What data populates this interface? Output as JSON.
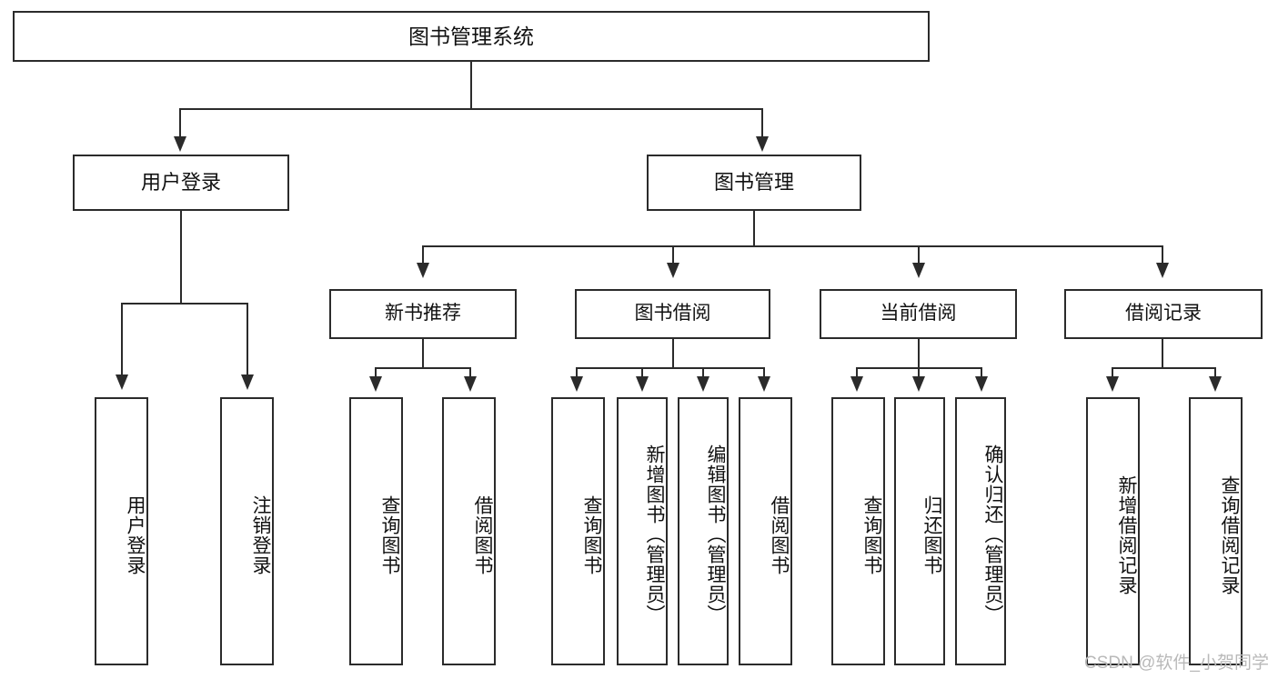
{
  "diagram": {
    "title": "图书管理系统",
    "type": "tree-hierarchy-chart",
    "root": {
      "label": "图书管理系统"
    },
    "level2": [
      {
        "label": "用户登录"
      },
      {
        "label": "图书管理"
      }
    ],
    "level3": [
      {
        "label": "新书推荐"
      },
      {
        "label": "图书借阅"
      },
      {
        "label": "当前借阅"
      },
      {
        "label": "借阅记录"
      }
    ],
    "leaves": {
      "user_login": [
        {
          "label": "用户登录"
        },
        {
          "label": "注销登录"
        }
      ],
      "new_book_recommend": [
        {
          "label": "查询图书"
        },
        {
          "label": "借阅图书"
        }
      ],
      "book_borrow": [
        {
          "label": "查询图书"
        },
        {
          "label": "新增图书（管理员）"
        },
        {
          "label": "编辑图书（管理员）"
        },
        {
          "label": "借阅图书"
        }
      ],
      "current_borrow": [
        {
          "label": "查询图书"
        },
        {
          "label": "归还图书"
        },
        {
          "label": "确认归还（管理员）"
        }
      ],
      "borrow_record": [
        {
          "label": "新增借阅记录"
        },
        {
          "label": "查询借阅记录"
        }
      ]
    }
  },
  "watermark": {
    "text": "CSDN @软件_小贺同学"
  },
  "colors": {
    "stroke": "#2b2b2b",
    "background": "#ffffff",
    "text": "#111111",
    "watermark": "#b9b9b9"
  }
}
